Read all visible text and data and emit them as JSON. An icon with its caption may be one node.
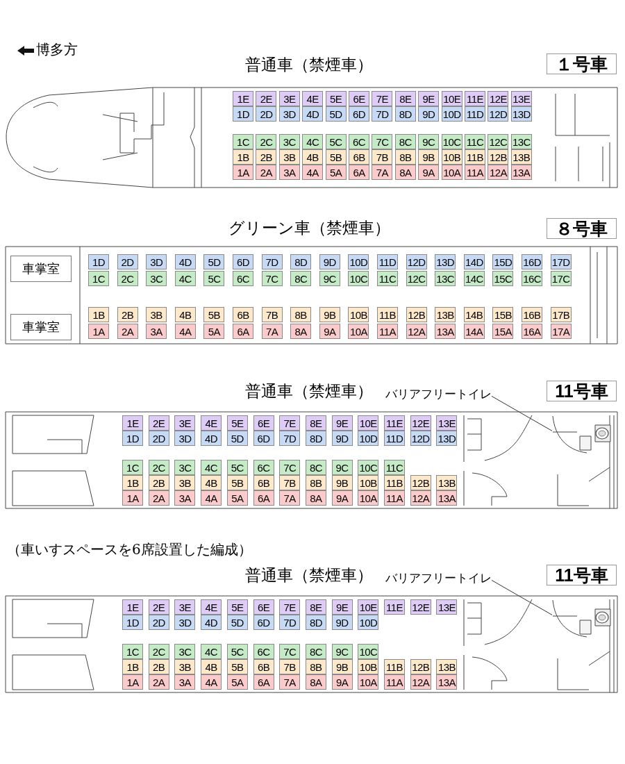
{
  "diagram": {
    "nodes": [
      {
        "text": [
          "１号車"
        ]
      },
      {
        "text": [],
        "shape": "box"
      },
      {
        "text": [
          "1E"
        ],
        "in": 1
      },
      {
        "text": [
          "2E"
        ],
        "in": 1
      },
      {
        "text": [
          "3E"
        ],
        "in": 1
      },
      {
        "text": [
          "4E"
        ],
        "in": 1
      },
      {
        "text": [
          "5E"
        ],
        "in": 1
      },
      {
        "text": [
          "6E"
        ],
        "in": 1
      },
      {
        "text": [
          "7E"
        ],
        "in": 1
      },
      {
        "text": [
          "8E"
        ],
        "in": 1
      },
      {
        "text": [
          "9E"
        ],
        "in": 1
      },
      {
        "text": [
          "10E"
        ],
        "in": 1
      },
      {
        "text": [
          "11E"
        ],
        "in": 1
      },
      {
        "text": [
          "12E"
        ],
        "in": 1
      },
      {
        "text": [
          "13E"
        ],
        "in": 1
      },
      {
        "text": [
          "1D"
        ],
        "in": 1
      },
      {
        "text": [
          "2D"
        ],
        "in": 1
      },
      {
        "text": [
          "3D"
        ],
        "in": 1
      },
      {
        "text": [
          "4D"
        ],
        "in": 1
      },
      {
        "text": [
          "5D"
        ],
        "in": 1
      },
      {
        "text": [
          "6D"
        ],
        "in": 1
      },
      {
        "text": [
          "7D"
        ],
        "in": 1
      },
      {
        "text": [
          "8D"
        ],
        "in": 1
      },
      {
        "text": [
          "9D"
        ],
        "in": 1
      },
      {
        "text": [
          "10D"
        ],
        "in": 1
      },
      {
        "text": [
          "11D"
        ],
        "in": 1
      },
      {
        "text": [
          "12D"
        ],
        "in": 1
      },
      {
        "text": [
          "13D"
        ],
        "in": 1
      },
      {
        "text": [
          "1C"
        ],
        "in": 1
      },
      {
        "text": [
          "2C"
        ],
        "in": 1
      },
      {
        "text": [
          "3C"
        ],
        "in": 1
      },
      {
        "text": [
          "4C"
        ],
        "in": 1
      },
      {
        "text": [
          "5C"
        ],
        "in": 1
      },
      {
        "text": [
          "6C"
        ],
        "in": 1
      },
      {
        "text": [
          "7C"
        ],
        "in": 1
      },
      {
        "text": [
          "8C"
        ],
        "in": 1
      },
      {
        "text": [
          "9C"
        ],
        "in": 1
      },
      {
        "text": [
          "10C"
        ],
        "in": 1
      },
      {
        "text": [
          "11C"
        ],
        "in": 1
      },
      {
        "text": [
          "12C"
        ],
        "in": 1
      },
      {
        "text": [
          "13C"
        ],
        "in": 1
      },
      {
        "text": [
          "1B"
        ],
        "in": 1
      },
      {
        "text": [
          "2B"
        ],
        "in": 1
      },
      {
        "text": [
          "3B"
        ],
        "in": 1
      },
      {
        "text": [
          "4B"
        ],
        "in": 1
      },
      {
        "text": [
          "5B"
        ],
        "in": 1
      },
      {
        "text": [
          "6B"
        ],
        "in": 1
      },
      {
        "text": [
          "7B"
        ],
        "in": 1
      },
      {
        "text": [
          "8B"
        ],
        "in": 1
      },
      {
        "text": [
          "9B"
        ],
        "in": 1
      },
      {
        "text": [
          "10B"
        ],
        "in": 1
      },
      {
        "text": [
          "11B"
        ],
        "in": 1
      },
      {
        "text": [
          "12B"
        ],
        "in": 1
      },
      {
        "text": [
          "13B"
        ],
        "in": 1
      },
      {
        "text": [
          "1A"
        ],
        "in": 1
      },
      {
        "text": [
          "2A"
        ],
        "in": 1
      },
      {
        "text": [
          "3A"
        ],
        "in": 1
      },
      {
        "text": [
          "4A"
        ],
        "in": 1
      },
      {
        "text": [
          "5A"
        ],
        "in": 1
      },
      {
        "text": [
          "6A"
        ],
        "in": 1
      },
      {
        "text": [
          "7A"
        ],
        "in": 1
      },
      {
        "text": [
          "8A"
        ],
        "in": 1
      },
      {
        "text": [
          "9A"
        ],
        "in": 1
      },
      {
        "text": [
          "10A"
        ],
        "in": 1
      },
      {
        "text": [
          "11A"
        ],
        "in": 1
      },
      {
        "text": [
          "12A"
        ],
        "in": 1
      },
      {
        "text": [
          "13A"
        ],
        "in": 1
      },
      {
        "text": [
          "８号車"
        ]
      },
      {
        "text": [],
        "shape": "box"
      },
      {
        "text": [
          "車掌室"
        ],
        "in": 68
      },
      {
        "text": [
          "1D"
        ],
        "in": 68
      },
      {
        "text": [
          "2D"
        ],
        "in": 68
      },
      {
        "text": [
          "3D"
        ],
        "in": 68
      },
      {
        "text": [
          "4D"
        ],
        "in": 68
      },
      {
        "text": [
          "5D"
        ],
        "in": 68
      },
      {
        "text": [
          "6D"
        ],
        "in": 68
      },
      {
        "text": [
          "7D"
        ],
        "in": 68
      },
      {
        "text": [
          "8D"
        ],
        "in": 68
      },
      {
        "text": [
          "9D"
        ],
        "in": 68
      },
      {
        "text": [
          "10D"
        ],
        "in": 68
      },
      {
        "text": [
          "11D"
        ],
        "in": 68
      },
      {
        "text": [
          "12D"
        ],
        "in": 68
      },
      {
        "text": [
          "13D"
        ],
        "in": 68
      },
      {
        "text": [
          "14D"
        ],
        "in": 68
      },
      {
        "text": [
          "15D"
        ],
        "in": 68
      },
      {
        "text": [
          "16D"
        ],
        "in": 68
      },
      {
        "text": [
          "17D"
        ],
        "in": 68
      },
      {
        "text": [
          "1C"
        ],
        "in": 68
      },
      {
        "text": [
          "2C"
        ],
        "in": 68
      },
      {
        "text": [
          "3C"
        ],
        "in": 68
      },
      {
        "text": [
          "4C"
        ],
        "in": 68
      },
      {
        "text": [
          "5C"
        ],
        "in": 68
      },
      {
        "text": [
          "6C"
        ],
        "in": 68
      },
      {
        "text": [
          "7C"
        ],
        "in": 68
      },
      {
        "text": [
          "8C"
        ],
        "in": 68
      },
      {
        "text": [
          "9C"
        ],
        "in": 68
      },
      {
        "text": [
          "10C"
        ],
        "in": 68
      },
      {
        "text": [
          "11C"
        ],
        "in": 68
      },
      {
        "text": [
          "12C"
        ],
        "in": 68
      },
      {
        "text": [
          "13C"
        ],
        "in": 68
      },
      {
        "text": [
          "14C"
        ],
        "in": 68
      },
      {
        "text": [
          "15C"
        ],
        "in": 68
      },
      {
        "text": [
          "16C"
        ],
        "in": 68
      },
      {
        "text": [
          "17C"
        ],
        "in": 68
      },
      {
        "text": [
          "車掌室"
        ],
        "in": 68
      },
      {
        "text": [
          "1B"
        ],
        "in": 68
      },
      {
        "text": [
          "2B"
        ],
        "in": 68
      },
      {
        "text": [
          "3B"
        ],
        "in": 68
      },
      {
        "text": [
          "4B"
        ],
        "in": 68
      },
      {
        "text": [
          "5B"
        ],
        "in": 68
      },
      {
        "text": [
          "6B"
        ],
        "in": 68
      },
      {
        "text": [
          "7B"
        ],
        "in": 68
      },
      {
        "text": [
          "8B"
        ],
        "in": 68
      },
      {
        "text": [
          "9B"
        ],
        "in": 68
      },
      {
        "text": [
          "10B"
        ],
        "in": 68
      },
      {
        "text": [
          "11B"
        ],
        "in": 68
      },
      {
        "text": [
          "12B"
        ],
        "in": 68
      },
      {
        "text": [
          "13B"
        ],
        "in": 68
      },
      {
        "text": [
          "14B"
        ],
        "in": 68
      },
      {
        "text": [
          "15B"
        ],
        "in": 68
      },
      {
        "text": [
          "16B"
        ],
        "in": 68
      },
      {
        "text": [
          "17B"
        ],
        "in": 68
      },
      {
        "text": [
          "1A"
        ],
        "in": 68
      },
      {
        "text": [
          "2A"
        ],
        "in": 68
      },
      {
        "text": [
          "3A"
        ],
        "in": 68
      },
      {
        "text": [
          "4A"
        ],
        "in": 68
      },
      {
        "text": [
          "5A"
        ],
        "in": 68
      },
      {
        "text": [
          "6A"
        ],
        "in": 68
      },
      {
        "text": [
          "7A"
        ],
        "in": 68
      },
      {
        "text": [
          "8A"
        ],
        "in": 68
      },
      {
        "text": [
          "9A"
        ],
        "in": 68
      },
      {
        "text": [
          "10A"
        ],
        "in": 68
      },
      {
        "text": [
          "11A"
        ],
        "in": 68
      },
      {
        "text": [
          "12A"
        ],
        "in": 68
      },
      {
        "text": [
          "13A"
        ],
        "in": 68
      },
      {
        "text": [
          "14A"
        ],
        "in": 68
      },
      {
        "text": [
          "15A"
        ],
        "in": 68
      },
      {
        "text": [
          "16A"
        ],
        "in": 68
      },
      {
        "text": [
          "17A"
        ],
        "in": 68
      },
      {
        "text": [
          "バリアフリートイレ"
        ]
      },
      {
        "text": [
          "11号車"
        ]
      },
      {
        "text": [],
        "shape": "box"
      },
      {
        "text": [],
        "shape": "picture",
        "in": 141
      },
      {
        "text": [
          "1E"
        ],
        "in": 141
      },
      {
        "text": [
          "2E"
        ],
        "in": 141
      },
      {
        "text": [
          "3E"
        ],
        "in": 141
      },
      {
        "text": [
          "4E"
        ],
        "in": 141
      },
      {
        "text": [
          "5E"
        ],
        "in": 141
      },
      {
        "text": [
          "6E"
        ],
        "in": 141
      },
      {
        "text": [
          "7E"
        ],
        "in": 141
      },
      {
        "text": [
          "8E"
        ],
        "in": 141
      },
      {
        "text": [
          "9E"
        ],
        "in": 141
      },
      {
        "text": [
          "10E"
        ],
        "in": 141
      },
      {
        "text": [
          "11E"
        ],
        "in": 141
      },
      {
        "text": [
          "12E"
        ],
        "in": 141
      },
      {
        "text": [
          "13E"
        ],
        "in": 141
      },
      {
        "text": [
          "1D"
        ],
        "in": 141
      },
      {
        "text": [
          "2D"
        ],
        "in": 141
      },
      {
        "text": [
          "3D"
        ],
        "in": 141
      },
      {
        "text": [
          "4D"
        ],
        "in": 141
      },
      {
        "text": [
          "5D"
        ],
        "in": 141
      },
      {
        "text": [
          "6D"
        ],
        "in": 141
      },
      {
        "text": [
          "7D"
        ],
        "in": 141
      },
      {
        "text": [
          "8D"
        ],
        "in": 141
      },
      {
        "text": [
          "9D"
        ],
        "in": 141
      },
      {
        "text": [
          "10D"
        ],
        "in": 141
      },
      {
        "text": [
          "11D"
        ],
        "in": 141
      },
      {
        "text": [
          "12D"
        ],
        "in": 141
      },
      {
        "text": [
          "13D"
        ],
        "in": 141
      },
      {
        "text": [
          "1C"
        ],
        "in": 141
      },
      {
        "text": [
          "2C"
        ],
        "in": 141
      },
      {
        "text": [
          "3C"
        ],
        "in": 141
      },
      {
        "text": [
          "4C"
        ],
        "in": 141
      },
      {
        "text": [
          "5C"
        ],
        "in": 141
      },
      {
        "text": [
          "6C"
        ],
        "in": 141
      },
      {
        "text": [
          "7C"
        ],
        "in": 141
      },
      {
        "text": [
          "8C"
        ],
        "in": 141
      },
      {
        "text": [
          "9C"
        ],
        "in": 141
      },
      {
        "text": [
          "10C"
        ],
        "in": 141
      },
      {
        "text": [
          "11C"
        ],
        "in": 141
      },
      {
        "text": [
          "1B"
        ],
        "in": 141
      },
      {
        "text": [
          "2B"
        ],
        "in": 141
      },
      {
        "text": [
          "3B"
        ],
        "in": 141
      },
      {
        "text": [
          "4B"
        ],
        "in": 141
      },
      {
        "text": [
          "5B"
        ],
        "in": 141
      },
      {
        "text": [
          "6B"
        ],
        "in": 141
      },
      {
        "text": [
          "7B"
        ],
        "in": 141
      },
      {
        "text": [
          "8B"
        ],
        "in": 141
      },
      {
        "text": [
          "9B"
        ],
        "in": 141
      },
      {
        "text": [
          "10B"
        ],
        "in": 141
      },
      {
        "text": [
          "11B"
        ],
        "in": 141
      },
      {
        "text": [
          "12B"
        ],
        "in": 141
      },
      {
        "text": [
          "13B"
        ],
        "in": 141
      },
      {
        "text": [
          "1A"
        ],
        "in": 141
      },
      {
        "text": [
          "2A"
        ],
        "in": 141
      },
      {
        "text": [
          "3A"
        ],
        "in": 141
      },
      {
        "text": [
          "4A"
        ],
        "in": 141
      },
      {
        "text": [
          "5A"
        ],
        "in": 141
      },
      {
        "text": [
          "6A"
        ],
        "in": 141
      },
      {
        "text": [
          "7A"
        ],
        "in": 141
      },
      {
        "text": [
          "8A"
        ],
        "in": 141
      },
      {
        "text": [
          "9A"
        ],
        "in": 141
      },
      {
        "text": [
          "10A"
        ],
        "in": 141
      },
      {
        "text": [
          "11A"
        ],
        "in": 141
      },
      {
        "text": [
          "12A"
        ],
        "in": 141
      },
      {
        "text": [
          "13A"
        ],
        "in": 141
      },
      {
        "text": [
          "バリアフリートイレ"
        ]
      },
      {
        "text": [
          "11号車"
        ]
      },
      {
        "text": [],
        "shape": "box"
      },
      {
        "text": [],
        "shape": "picture",
        "in": 208
      },
      {
        "text": [
          "1E"
        ],
        "in": 208
      },
      {
        "text": [
          "2E"
        ],
        "in": 208
      },
      {
        "text": [
          "3E"
        ],
        "in": 208
      },
      {
        "text": [
          "4E"
        ],
        "in": 208
      },
      {
        "text": [
          "5E"
        ],
        "in": 208
      },
      {
        "text": [
          "6E"
        ],
        "in": 208
      },
      {
        "text": [
          "7E"
        ],
        "in": 208
      },
      {
        "text": [
          "8E"
        ],
        "in": 208
      },
      {
        "text": [
          "9E"
        ],
        "in": 208
      },
      {
        "text": [
          "10E"
        ],
        "in": 208
      },
      {
        "text": [
          "11E"
        ],
        "in": 208
      },
      {
        "text": [
          "12E"
        ],
        "in": 208
      },
      {
        "text": [
          "13E"
        ],
        "in": 208
      },
      {
        "text": [
          "1D"
        ],
        "in": 208
      },
      {
        "text": [
          "2D"
        ],
        "in": 208
      },
      {
        "text": [
          "3D"
        ],
        "in": 208
      },
      {
        "text": [
          "4D"
        ],
        "in": 208
      },
      {
        "text": [
          "5D"
        ],
        "in": 208
      },
      {
        "text": [
          "6D"
        ],
        "in": 208
      },
      {
        "text": [
          "7D"
        ],
        "in": 208
      },
      {
        "text": [
          "8D"
        ],
        "in": 208
      },
      {
        "text": [
          "9D"
        ],
        "in": 208
      },
      {
        "text": [
          "10D"
        ],
        "in": 208
      },
      {
        "text": [
          "1C"
        ],
        "in": 208
      },
      {
        "text": [
          "2C"
        ],
        "in": 208
      },
      {
        "text": [
          "3C"
        ],
        "in": 208
      },
      {
        "text": [
          "4C"
        ],
        "in": 208
      },
      {
        "text": [
          "5C"
        ],
        "in": 208
      },
      {
        "text": [
          "6C"
        ],
        "in": 208
      },
      {
        "text": [
          "7C"
        ],
        "in": 208
      },
      {
        "text": [
          "8C"
        ],
        "in": 208
      },
      {
        "text": [
          "9C"
        ],
        "in": 208
      },
      {
        "text": [
          "10C"
        ],
        "in": 208
      },
      {
        "text": [
          "1B"
        ],
        "in": 208
      },
      {
        "text": [
          "2B"
        ],
        "in": 208
      },
      {
        "text": [
          "3B"
        ],
        "in": 208
      },
      {
        "text": [
          "4B"
        ],
        "in": 208
      },
      {
        "text": [
          "5B"
        ],
        "in": 208
      },
      {
        "text": [
          "6B"
        ],
        "in": 208
      },
      {
        "text": [
          "7B"
        ],
        "in": 208
      },
      {
        "text": [
          "8B"
        ],
        "in": 208
      },
      {
        "text": [
          "9B"
        ],
        "in": 208
      },
      {
        "text": [
          "10B"
        ],
        "in": 208
      },
      {
        "text": [
          "11B"
        ],
        "in": 208
      },
      {
        "text": [
          "12B"
        ],
        "in": 208
      },
      {
        "text": [
          "13B"
        ],
        "in": 208
      },
      {
        "text": [
          "1A"
        ],
        "in": 208
      },
      {
        "text": [
          "2A"
        ],
        "in": 208
      },
      {
        "text": [
          "3A"
        ],
        "in": 208
      },
      {
        "text": [
          "4A"
        ],
        "in": 208
      },
      {
        "text": [
          "5A"
        ],
        "in": 208
      },
      {
        "text": [
          "6A"
        ],
        "in": 208
      },
      {
        "text": [
          "7A"
        ],
        "in": 208
      },
      {
        "text": [
          "8A"
        ],
        "in": 208
      },
      {
        "text": [
          "9A"
        ],
        "in": 208
      },
      {
        "text": [
          "10A"
        ],
        "in": 208
      },
      {
        "text": [
          "11A"
        ],
        "in": 208
      },
      {
        "text": [
          "12A"
        ],
        "in": 208
      },
      {
        "text": [
          "13A"
        ],
        "in": 208
      }
    ],
    "edges": [
      {
        "from": 139,
        "to": 142,
        "arrow": "none"
      },
      {
        "from": 206,
        "to": 209,
        "arrow": "none"
      }
    ],
    "labels": [
      "博多方",
      "普通車（禁煙車）",
      "グリーン車（禁煙車）",
      "普通車（禁煙車）",
      "（車いすスペースを6席設置した編成）",
      "普通車（禁煙車）"
    ]
  }
}
